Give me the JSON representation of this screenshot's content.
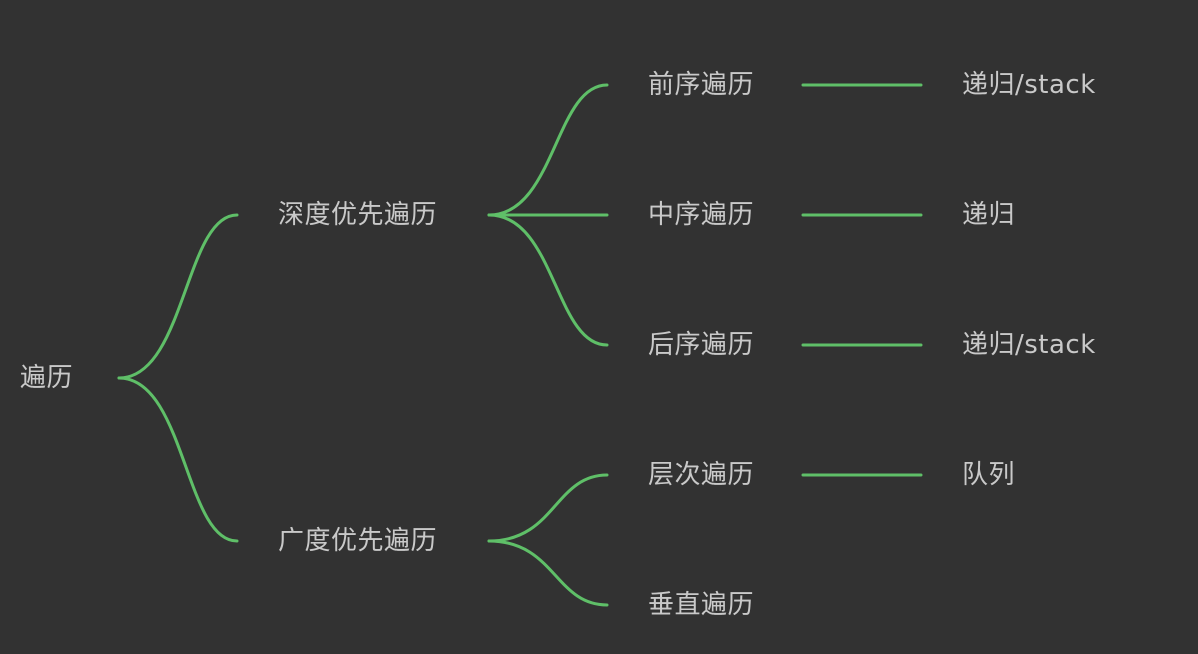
{
  "mindmap": {
    "root": {
      "label": "遍历"
    },
    "branches": [
      {
        "label": "深度优先遍历",
        "children": [
          {
            "label": "前序遍历",
            "detail": "递归/stack"
          },
          {
            "label": "中序遍历",
            "detail": "递归"
          },
          {
            "label": "后序遍历",
            "detail": "递归/stack"
          }
        ]
      },
      {
        "label": "广度优先遍历",
        "children": [
          {
            "label": "层次遍历",
            "detail": "队列"
          },
          {
            "label": "垂直遍历"
          }
        ]
      }
    ],
    "colors": {
      "background": "#323232",
      "edge": "#5fbf68",
      "text": "#c9c9c9"
    }
  }
}
